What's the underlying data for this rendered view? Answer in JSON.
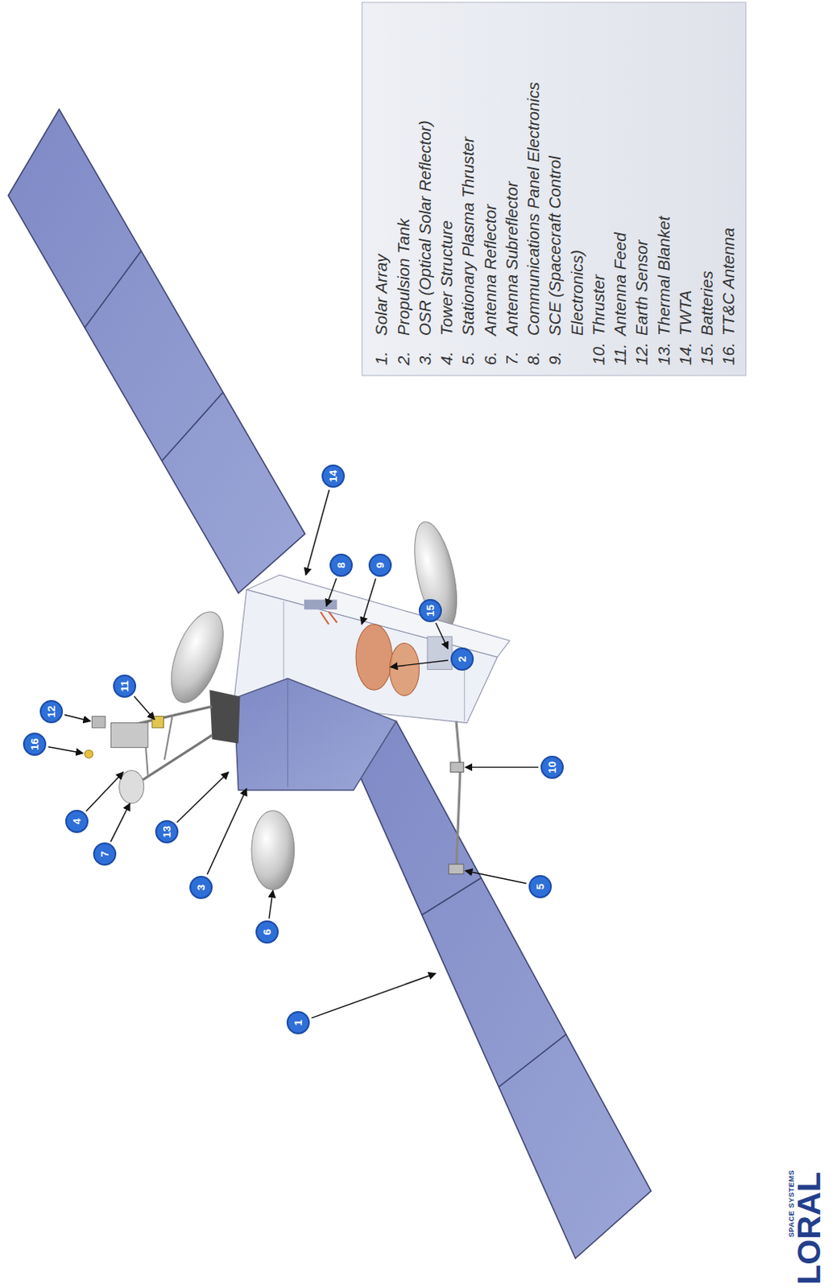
{
  "diagram": {
    "labels": [
      "1",
      "14",
      "8",
      "9",
      "15",
      "2",
      "11",
      "12",
      "16",
      "4",
      "7",
      "13",
      "3",
      "6",
      "5",
      "10",
      "1.",
      "Solar Array",
      "2.",
      "Propulsion Tank",
      "3.",
      "OSR (Optical Solar Reflector)",
      "4.",
      "Tower Structure",
      "5.",
      "Stationary Plasma Thruster",
      "6.",
      "Antenna Reflector",
      "7.",
      "Antenna Subreflector",
      "8.",
      "Communications Panel Electronics",
      "9.",
      "SCE (Spacecraft Control Electronics)",
      "10.",
      "Thruster",
      "11.",
      "Antenna Feed",
      "12.",
      "Earth Sensor",
      "13.",
      "Thermal Blanket",
      "14.",
      "TWTA",
      "15.",
      "Batteries",
      "16.",
      "TT&C Antenna",
      "SPACE SYSTEMS",
      "LORAL"
    ]
  }
}
